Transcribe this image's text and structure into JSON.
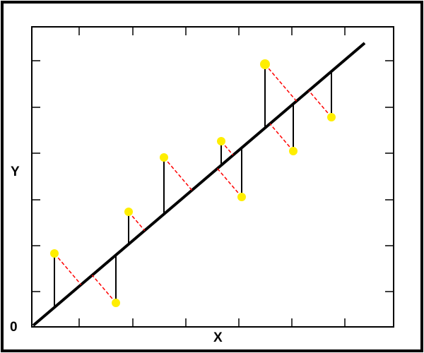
{
  "labels": {
    "y_axis": "Y",
    "x_axis": "X",
    "origin": "0"
  },
  "colors": {
    "background": "#ffffff",
    "frame": "#000000",
    "regression_line": "#000000",
    "residual_vertical": "#000000",
    "residual_perpendicular": "#ff0000",
    "points": "#ffee00"
  }
}
